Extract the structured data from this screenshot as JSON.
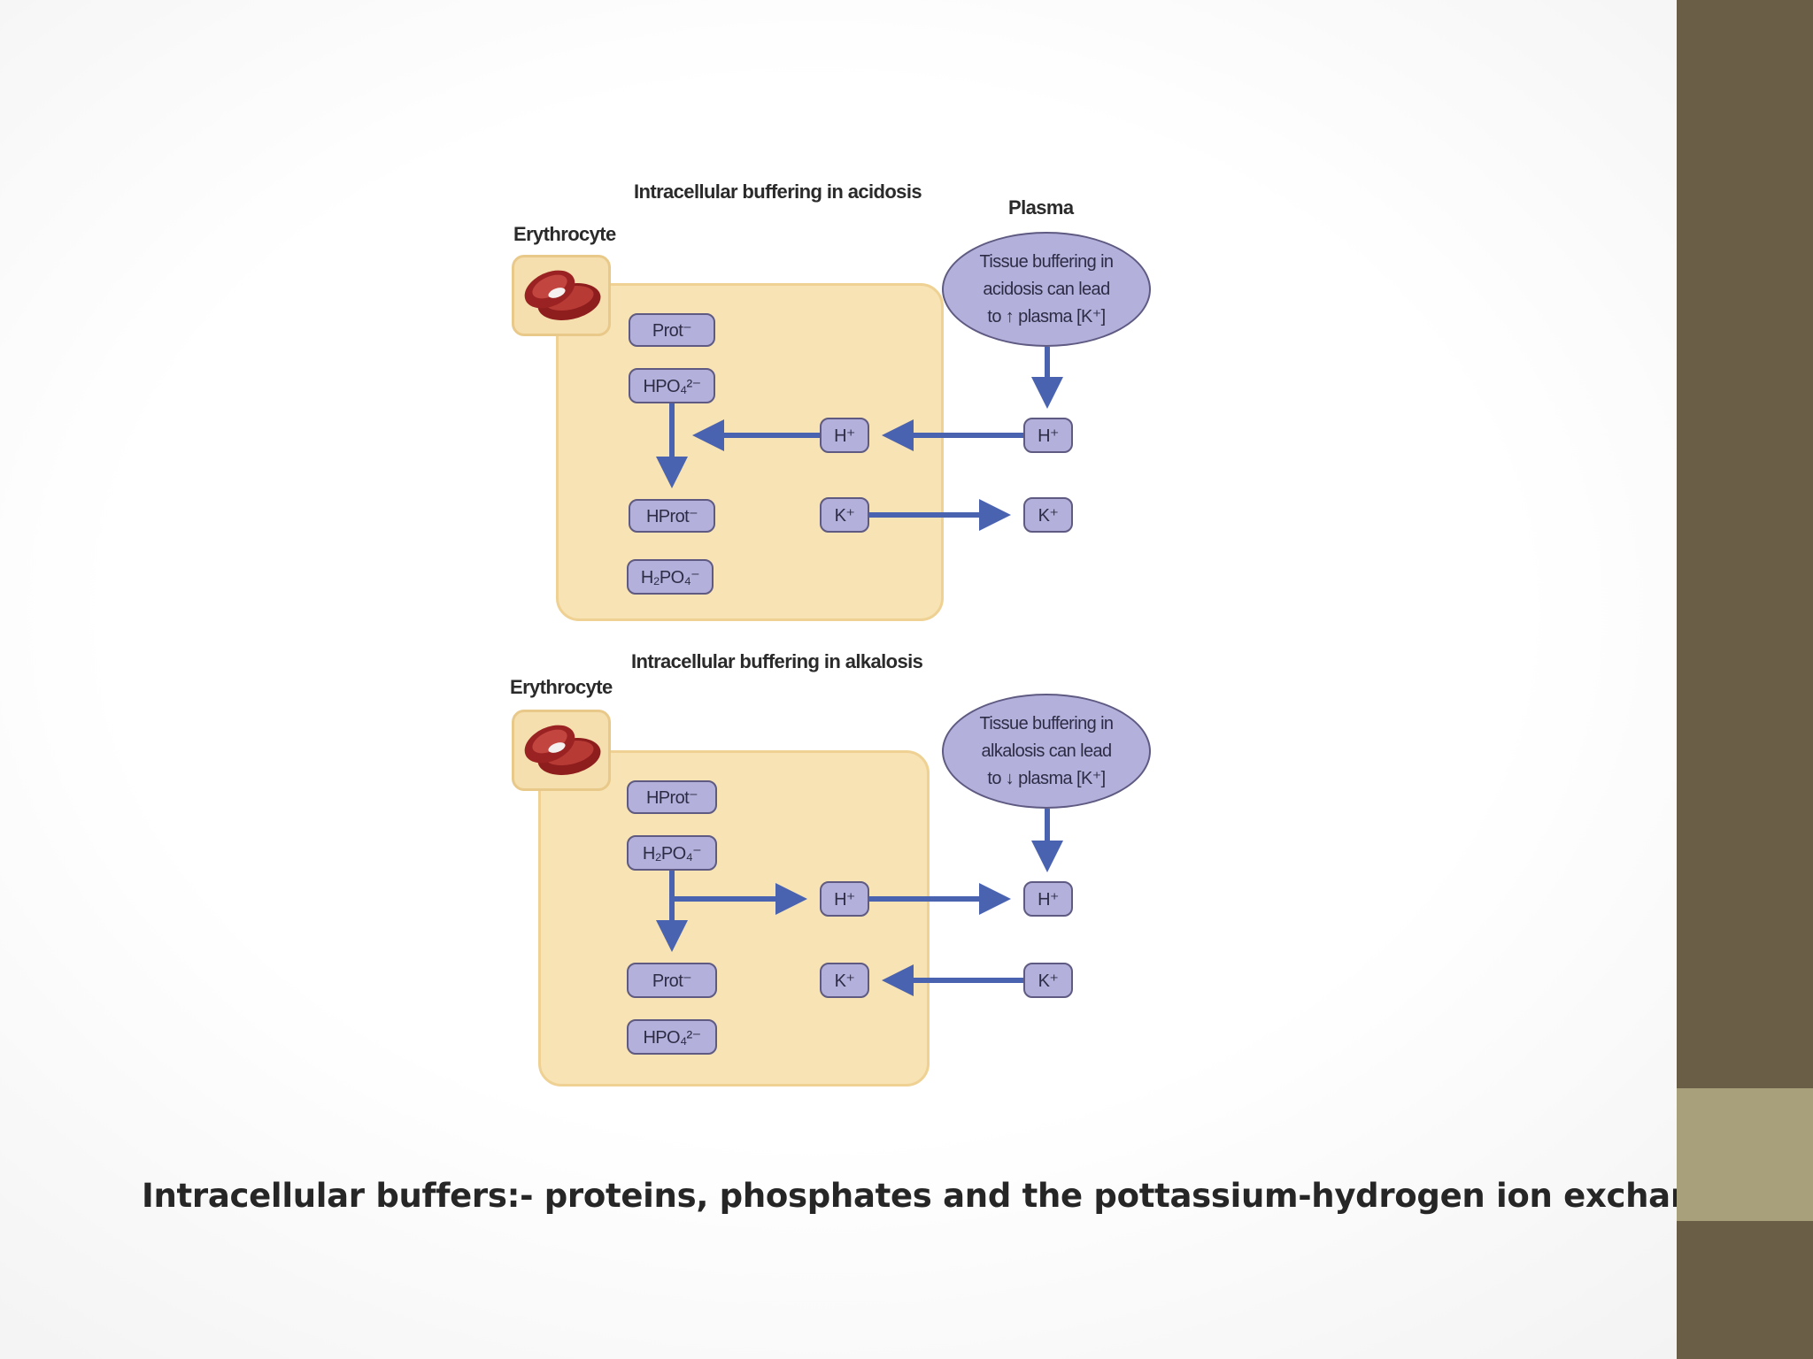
{
  "acidosis": {
    "title": "Intracellular buffering in acidosis",
    "erythrocyte_label": "Erythrocyte",
    "plasma_label": "Plasma",
    "bubble_lines": [
      "Tissue buffering in",
      "acidosis can lead",
      "to ↑ plasma [K⁺]"
    ],
    "ions": {
      "prot": "Prot⁻",
      "hpo4": "HPO₄²⁻",
      "hprot": "HProt⁻",
      "h2po4": "H₂PO₄⁻",
      "h_cell": "H⁺",
      "k_cell": "K⁺",
      "h_plasma": "H⁺",
      "k_plasma": "K⁺"
    }
  },
  "alkalosis": {
    "title": "Intracellular buffering in alkalosis",
    "erythrocyte_label": "Erythrocyte",
    "bubble_lines": [
      "Tissue buffering in",
      "alkalosis can lead",
      "to ↓ plasma  [K⁺]"
    ],
    "ions": {
      "hprot": "HProt⁻",
      "h2po4": "H₂PO₄⁻",
      "prot": "Prot⁻",
      "hpo4": "HPO₄²⁻",
      "h_cell": "H⁺",
      "k_cell": "K⁺",
      "h_plasma": "H⁺",
      "k_plasma": "K⁺"
    }
  },
  "caption": {
    "text": "Intracellular buffers:- proteins, phosphates and the pottassium-hydrogen ion exchange",
    "period": "."
  },
  "colors": {
    "cell_fill": "#f8e3b4",
    "ion_fill": "#b3b0dc",
    "arrow": "#4a63b0",
    "sidebar": "#6b5e47",
    "sidebar_accent": "#a8a07a"
  }
}
